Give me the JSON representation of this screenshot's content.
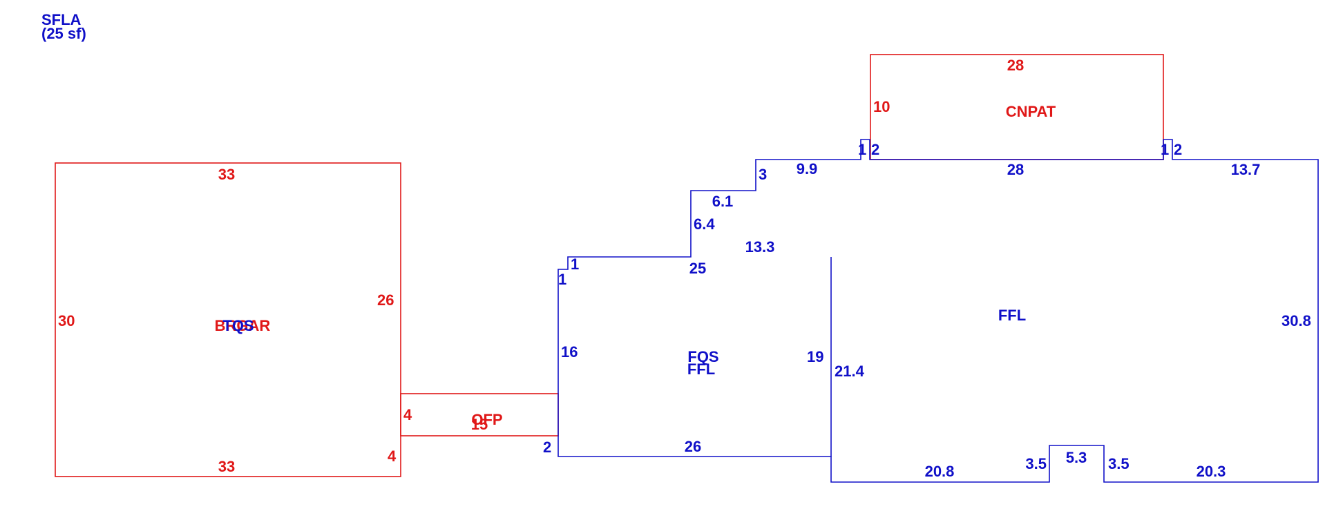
{
  "header": {
    "code": "SFLA",
    "area": "(25 sf)"
  },
  "colors": {
    "living": "#1010c8",
    "other": "#e01818"
  },
  "areas": {
    "ffl_main": "FFL",
    "fqs": "FQS",
    "ffl_left": "FFL",
    "cnpat": "CNPAT",
    "ofp": "OFP",
    "brgar": "BRGAR",
    "tqs": "TQS"
  },
  "dims": {
    "brgar_top": "33",
    "brgar_bottom": "33",
    "brgar_left": "30",
    "brgar_right": "26",
    "brgar_right_lower": "4",
    "ofp_left": "4",
    "ofp_inner": "15",
    "left_bottom_jog": "2",
    "left_side": "16",
    "left_jog_a": "1",
    "left_jog_b": "1",
    "left_top": "25",
    "left_bottom": "26",
    "left_right": "19",
    "step_upper": "13.3",
    "step_vertical": "6.4",
    "step_horizontal": "6.1",
    "step_small": "3",
    "upper_run": "9.9",
    "notch_left_a": "1",
    "notch_left_b": "2",
    "cnpat_top": "28",
    "cnpat_left": "10",
    "cnpat_bottom": "28",
    "notch_right_a": "1",
    "notch_right_b": "2",
    "right_top": "13.7",
    "right_side": "30.8",
    "inner_side": "21.4",
    "bottom_left": "20.8",
    "bump_left": "3.5",
    "bump_top": "5.3",
    "bump_right": "3.5",
    "bottom_right": "20.3"
  }
}
